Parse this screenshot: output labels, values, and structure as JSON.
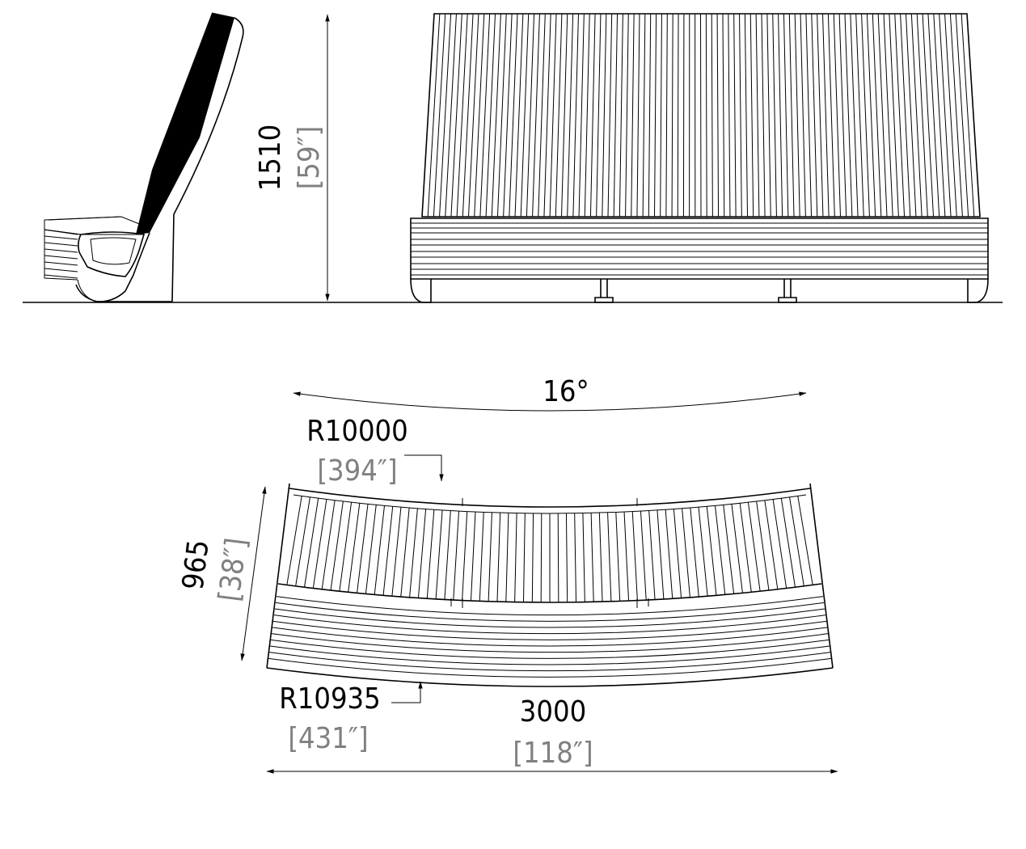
{
  "dimensions": {
    "height": {
      "mm": "1510",
      "inch": "[59″]"
    },
    "angle": {
      "value": "16°"
    },
    "inner_radius": {
      "mm": "R10000",
      "inch": "[394″]"
    },
    "outer_radius": {
      "mm": "R10935",
      "inch": "[431″]"
    },
    "depth": {
      "mm": "965",
      "inch": "[38″]"
    },
    "length": {
      "mm": "3000",
      "inch": "[118″]"
    }
  },
  "colors": {
    "line": "#000000",
    "imperial_text": "#808080",
    "background": "#ffffff"
  }
}
